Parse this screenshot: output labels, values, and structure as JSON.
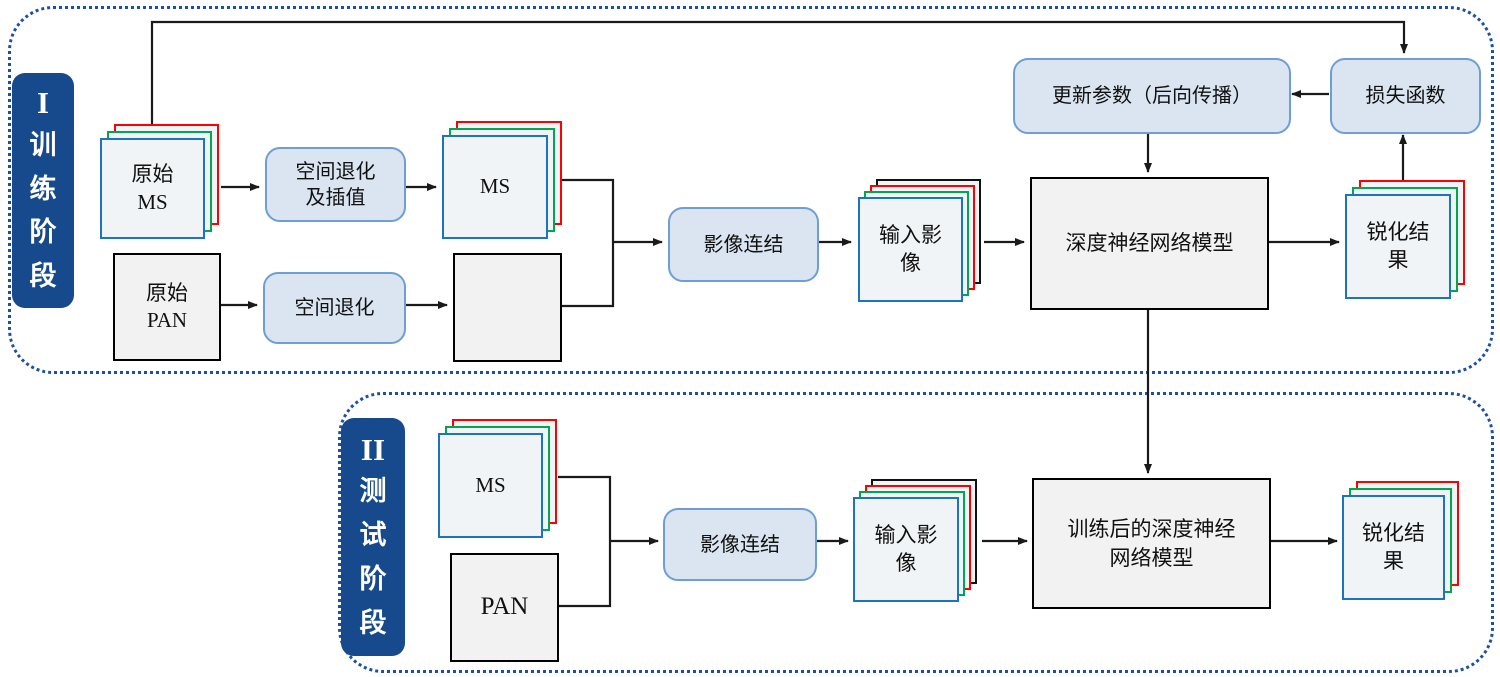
{
  "stages": {
    "training": {
      "numeral": "I",
      "name": "训练阶段"
    },
    "testing": {
      "numeral": "II",
      "name": "测试阶段"
    }
  },
  "nodes": {
    "raw_ms": "原始\nMS",
    "deg_interp": "空间退化\n及插值",
    "ms_train": "MS",
    "raw_pan": "原始\nPAN",
    "deg": "空间退化",
    "concat_train": "影像连结",
    "input_train": "输入影\n像",
    "dnn": "深度神经网络模型",
    "sharpen_train": "锐化结\n果",
    "update_params": "更新参数（后向传播）",
    "loss": "损失函数",
    "ms_test": "MS",
    "pan_test": "PAN",
    "concat_test": "影像连结",
    "input_test": "输入影\n像",
    "trained_dnn": "训练后的深度神经\n网络模型",
    "sharpen_test": "锐化结\n果"
  },
  "colors": {
    "frame_border": "#1d50a2",
    "stage_label_bg": "#164a8c",
    "stage_label_text": "#ffffff",
    "process_fill": "#dbe5f2",
    "process_border": "#6e9ed6",
    "box_fill": "#f2f2f2",
    "box_border": "#000000",
    "card_fill": "#f1f4f6",
    "card_front_border": "#1e73be",
    "card_green": "#00a650",
    "card_red": "#fe0000",
    "card_black": "#111111",
    "arrow": "#1a1a1a"
  }
}
